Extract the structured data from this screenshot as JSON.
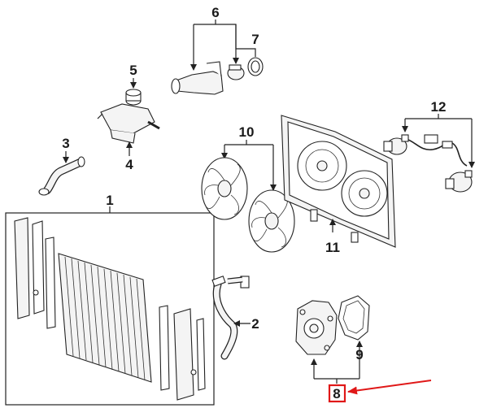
{
  "callouts": {
    "c1": "1",
    "c2": "2",
    "c3": "3",
    "c4": "4",
    "c5": "5",
    "c6": "6",
    "c7": "7",
    "c8": "8",
    "c9": "9",
    "c10": "10",
    "c11": "11",
    "c12": "12"
  },
  "highlight": {
    "target": "8",
    "color": "#e01818"
  }
}
